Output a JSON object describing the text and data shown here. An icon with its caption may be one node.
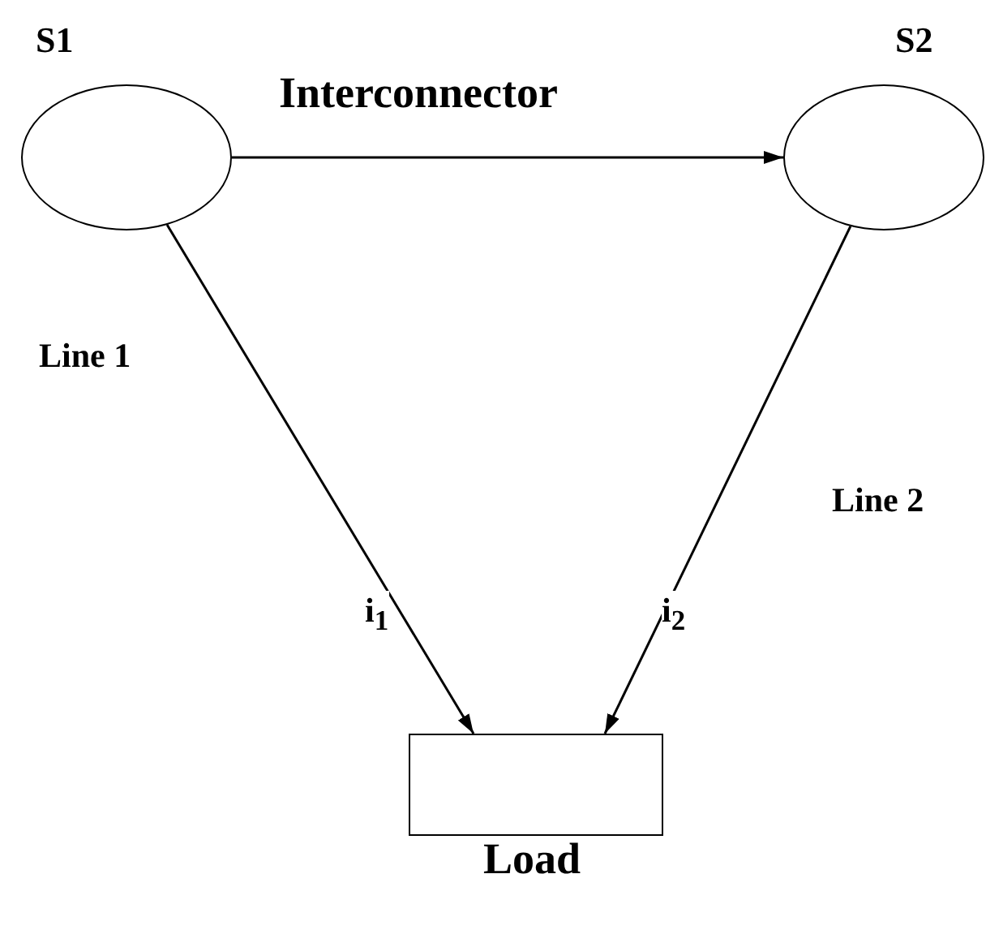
{
  "diagram": {
    "nodes": [
      {
        "text": [
          "S1"
        ]
      },
      {
        "text": [
          "S2"
        ]
      },
      {
        "text": [
          "Load"
        ]
      }
    ],
    "edges": [
      {
        "from": 0,
        "to": 1,
        "arrow": "to",
        "label": "Interconnector"
      },
      {
        "from": 0,
        "to": 2,
        "arrow": "to",
        "label": "Line 1"
      },
      {
        "from": 1,
        "to": 2,
        "arrow": "to",
        "label": "Line 2"
      }
    ],
    "labels": [
      "i$_{1}$",
      "i$_{2}$"
    ]
  }
}
